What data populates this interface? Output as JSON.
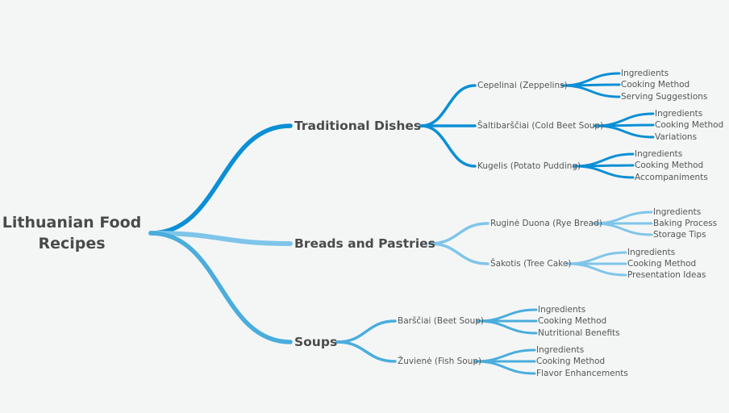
{
  "root": {
    "line1": "Lithuanian Food",
    "line2": "Recipes"
  },
  "colors": {
    "traditional": "#0b8fd5",
    "breads": "#7fc5e9",
    "soups": "#4aaddc",
    "background": "#f4f6f6",
    "text": "#555555"
  },
  "branches": [
    {
      "label": "Traditional Dishes",
      "children": [
        {
          "label": "Cepelinai (Zeppelins)",
          "leaves": [
            "Ingredients",
            "Cooking Method",
            "Serving Suggestions"
          ]
        },
        {
          "label": "Šaltibarščiai (Cold Beet Soup)",
          "leaves": [
            "Ingredients",
            "Cooking Method",
            "Variations"
          ]
        },
        {
          "label": "Kugelis (Potato Pudding)",
          "leaves": [
            "Ingredients",
            "Cooking Method",
            "Accompaniments"
          ]
        }
      ]
    },
    {
      "label": "Breads and Pastries",
      "children": [
        {
          "label": "Ruginė Duona (Rye Bread)",
          "leaves": [
            "Ingredients",
            "Baking Process",
            "Storage Tips"
          ]
        },
        {
          "label": "Šakotis (Tree Cake)",
          "leaves": [
            "Ingredients",
            "Cooking Method",
            "Presentation Ideas"
          ]
        }
      ]
    },
    {
      "label": "Soups",
      "children": [
        {
          "label": "Barščiai (Beet Soup)",
          "leaves": [
            "Ingredients",
            "Cooking Method",
            "Nutritional Benefits"
          ]
        },
        {
          "label": "Žuvienė (Fish Soup)",
          "leaves": [
            "Ingredients",
            "Cooking Method",
            "Flavor Enhancements"
          ]
        }
      ]
    }
  ]
}
